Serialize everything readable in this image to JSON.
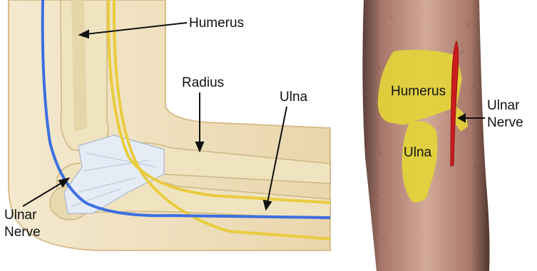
{
  "left_panel": {
    "labels": {
      "humerus": "Humerus",
      "radius": "Radius",
      "ulna": "Ulna",
      "ulnar_nerve_line1": "Ulnar",
      "ulnar_nerve_line2": "Nerve"
    },
    "colors": {
      "skin": "#f1e2c3",
      "skin_edge": "#d8bd8b",
      "bone": "#efe4bf",
      "bone_shade": "#d9c89a",
      "nerve_blue": "#3d6fe0",
      "nerve_yellow": "#e9cc3f",
      "ligament": "#e6ecf6"
    }
  },
  "right_panel": {
    "labels": {
      "humerus": "Humerus",
      "ulna": "Ulna",
      "ulnar_nerve_line1": "Ulnar",
      "ulnar_nerve_line2": "Nerve"
    },
    "colors": {
      "skin": "#c99b8a",
      "bone_overlay": "#e3d43a",
      "nerve_red": "#c91d1d"
    }
  }
}
